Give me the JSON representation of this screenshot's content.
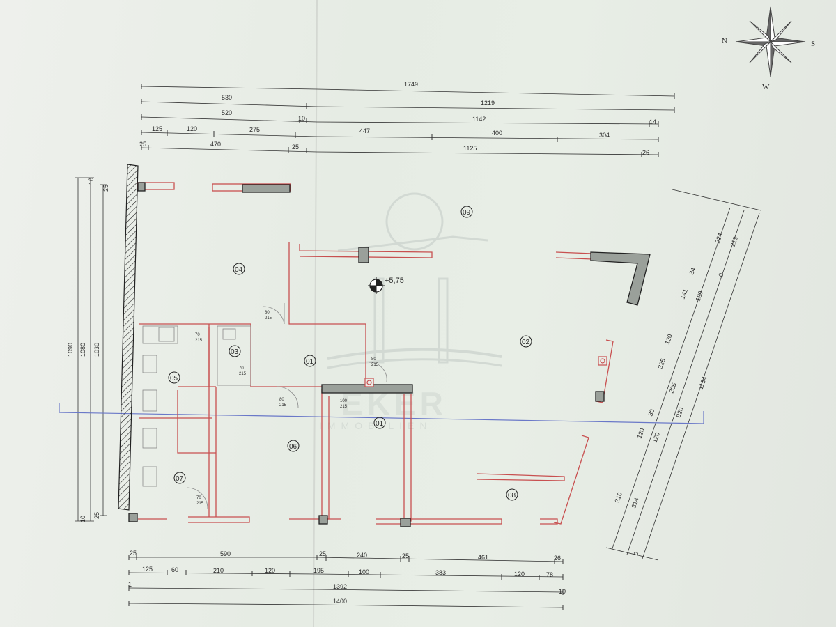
{
  "compass": {
    "n": "N",
    "s": "S",
    "w": "W"
  },
  "top_dims": {
    "row1": [
      "1749"
    ],
    "row2": [
      "530",
      "1219"
    ],
    "row3": [
      "520",
      "10",
      "1142",
      "14"
    ],
    "row4": [
      "125",
      "120",
      "275",
      "447",
      "400",
      "304"
    ],
    "row5": [
      "25",
      "470",
      "25",
      "1125",
      "26"
    ]
  },
  "bottom_dims": {
    "row1": [
      "25",
      "590",
      "25",
      "240",
      "25",
      "461",
      "26"
    ],
    "row2": [
      "125",
      "60",
      "210",
      "120",
      "195",
      "100",
      "383",
      "120",
      "78"
    ],
    "row3": [
      "1",
      "1392",
      "10"
    ],
    "row4": [
      "1400"
    ]
  },
  "left_dims": [
    "1090",
    "1080",
    "1030",
    "10",
    "25",
    "10",
    "25"
  ],
  "right_dims": [
    "224",
    "213",
    "34",
    "0",
    "141",
    "189",
    "120",
    "325",
    "205",
    "1154",
    "30",
    "920",
    "120",
    "120",
    "310",
    "314",
    "0"
  ],
  "rooms": [
    "09",
    "04",
    "02",
    "03",
    "01",
    "05",
    "01",
    "06",
    "07",
    "08"
  ],
  "level_mark": "+5,75",
  "door_marks": [
    "80",
    "215",
    "70",
    "215",
    "70",
    "215",
    "80",
    "215",
    "80",
    "215",
    "100",
    "215",
    "70",
    "215"
  ],
  "watermark": {
    "brand": "EKER",
    "sub": "IMMOBILIEN"
  }
}
